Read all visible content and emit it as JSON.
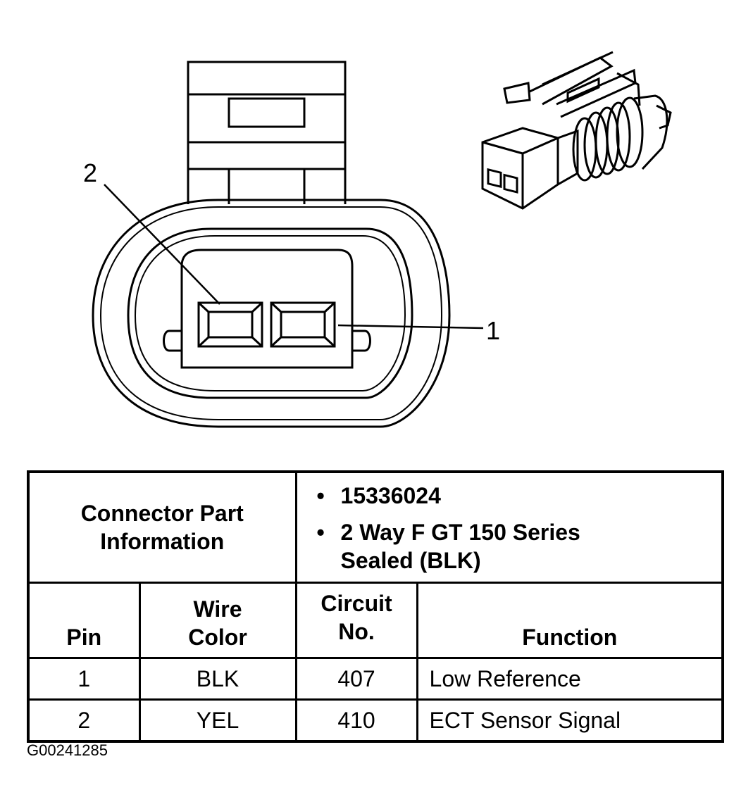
{
  "callouts": {
    "pin2": "2",
    "pin1": "1"
  },
  "table": {
    "part_info_label": "Connector Part Information",
    "part_info_bullets": [
      "15336024",
      "2 Way F GT 150 Series Sealed (BLK)"
    ],
    "columns": {
      "pin": "Pin",
      "wire_color": "Wire Color",
      "circuit_no": "Circuit No.",
      "function": "Function"
    },
    "rows": [
      {
        "pin": "1",
        "wire_color": "BLK",
        "circuit_no": "407",
        "function": "Low Reference"
      },
      {
        "pin": "2",
        "wire_color": "YEL",
        "circuit_no": "410",
        "function": "ECT Sensor Signal"
      }
    ]
  },
  "figure_id": "G00241285"
}
